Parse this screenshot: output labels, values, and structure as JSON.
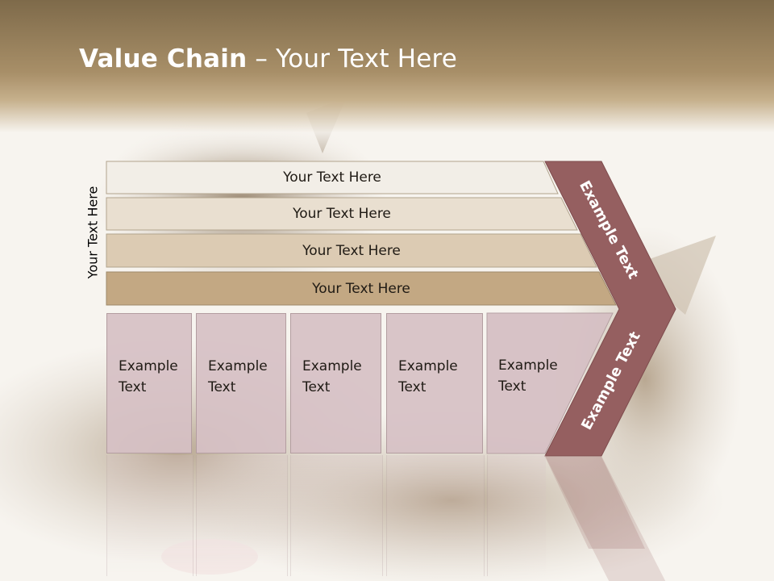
{
  "slide": {
    "title_bold": "Value Chain",
    "title_rest": " – Your Text Here",
    "side_label": "Your Text Here",
    "bands": [
      "Your Text Here",
      "Your Text Here",
      "Your Text Here",
      "Your Text Here"
    ],
    "cards": [
      {
        "line1": "Example",
        "line2": "Text"
      },
      {
        "line1": "Example",
        "line2": "Text"
      },
      {
        "line1": "Example",
        "line2": "Text"
      },
      {
        "line1": "Example",
        "line2": "Text"
      },
      {
        "line1": "Example",
        "line2": "Text"
      }
    ],
    "chevron_top": "Example Text",
    "chevron_bottom": "Example Text"
  },
  "colors": {
    "band1": "#f2eee7",
    "band2": "#e9dfd0",
    "band3": "#dccbb3",
    "band4": "#c3a883",
    "card": "#d6c0c4",
    "chevron": "#955f60"
  }
}
